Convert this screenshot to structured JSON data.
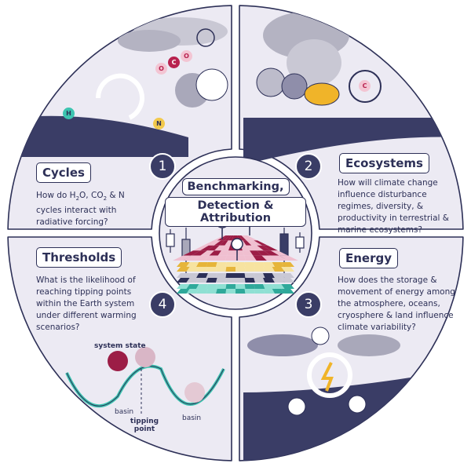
{
  "center": {
    "title_line1": "Benchmarking,",
    "title_line2": "Detection & Attribution"
  },
  "quadrants": [
    {
      "number": "1",
      "label": "Cycles",
      "question_parts": [
        "How do H",
        "2",
        "O, CO",
        "2",
        " & N cycles interact with radiative forcing?"
      ]
    },
    {
      "number": "2",
      "label": "Ecosystems",
      "question": "How will climate change influence disturbance regimes, diversity, & productivity in terrestrial & marine ecosystems?"
    },
    {
      "number": "3",
      "label": "Energy",
      "question": "How does the storage & movement of energy among the atmosphere, oceans, cryosphere & land influence climate variability?"
    },
    {
      "number": "4",
      "label": "Thresholds",
      "question": "What is the likelihood of reaching tipping points within the Earth system under different warming scenarios?"
    }
  ],
  "illustrations": {
    "cycles_atoms": [
      "H",
      "O",
      "O",
      "C",
      "N"
    ],
    "ecosystems_atom": "C",
    "thresholds_labels": {
      "system_state": "system state",
      "basin_left": "basin",
      "tipping_point": "tipping point",
      "basin_right": "basin"
    }
  },
  "colors": {
    "navy": "#2d3057",
    "panel": "#eceaf3",
    "red": "#b8224f",
    "yellow": "#f2c94c",
    "teal": "#3cc4b0",
    "fire": "#f0b429"
  }
}
